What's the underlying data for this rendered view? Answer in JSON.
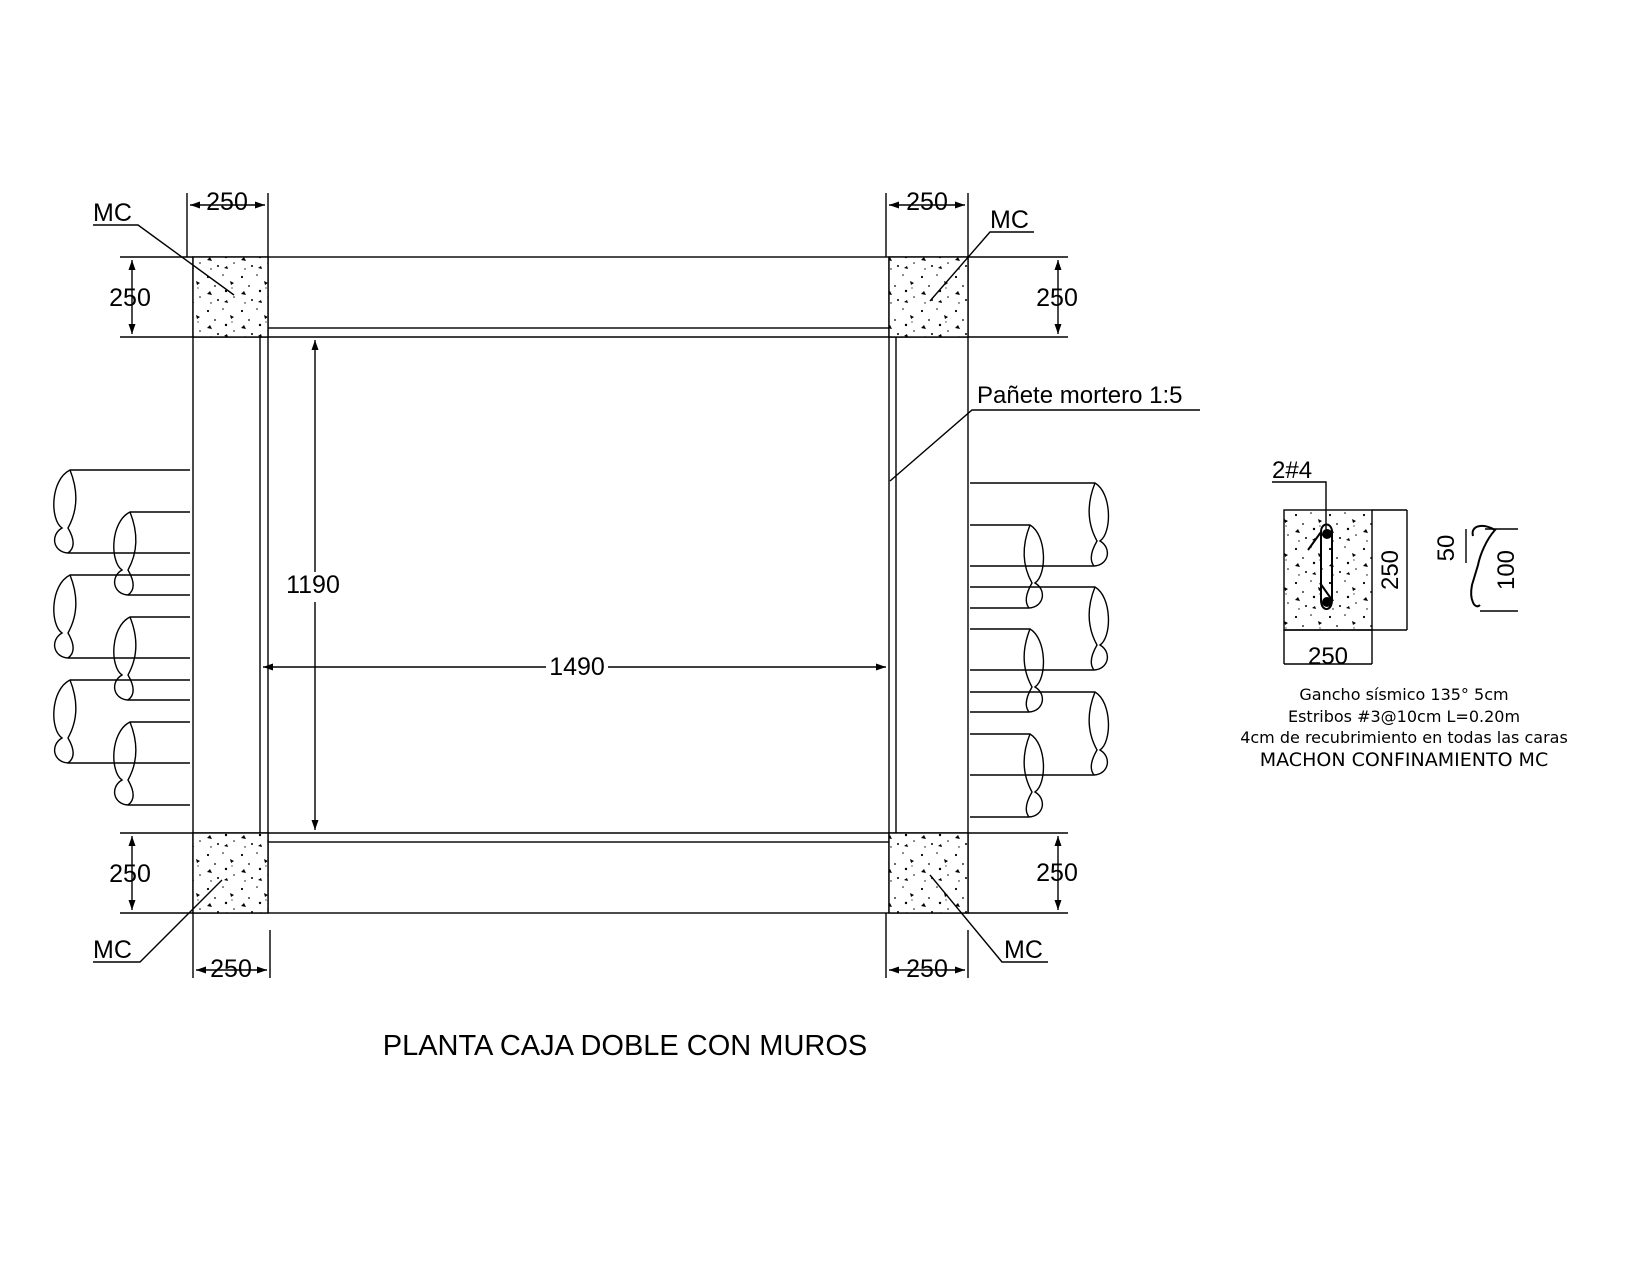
{
  "plan": {
    "title": "PLANTA CAJA DOBLE CON MUROS",
    "column_label": "MC",
    "column_dim": "250",
    "inner_height": "1190",
    "inner_width": "1490",
    "plaster_note": "Pañete mortero 1:5"
  },
  "detail": {
    "bars": "2#4",
    "height": "250",
    "width": "250",
    "hook_a": "50",
    "hook_b": "100",
    "notes": [
      "Gancho sísmico 135° 5cm",
      "Estribos #3@10cm L=0.20m",
      "4cm de recubrimiento en todas las caras"
    ],
    "name": "MACHON CONFINAMIENTO MC"
  }
}
